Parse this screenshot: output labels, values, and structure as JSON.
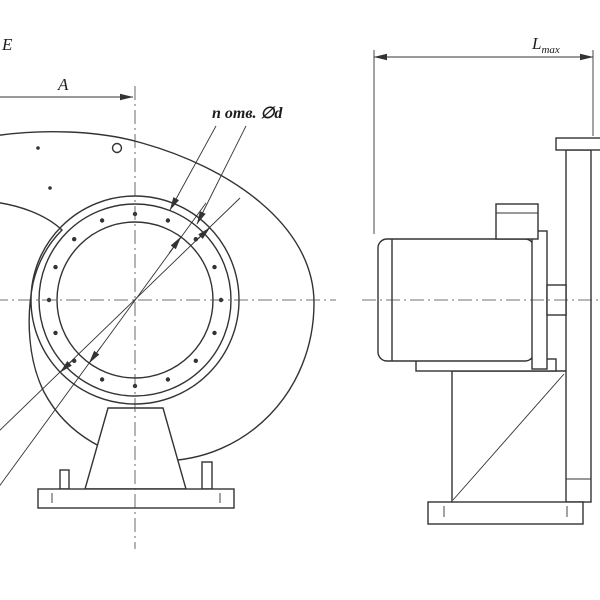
{
  "drawing": {
    "type": "technical-drawing",
    "subject": "centrifugal fan, two projection views (front view with inlet flange bolt circle, side view with motor)",
    "colors": {
      "line": "#333333",
      "background": "#ffffff"
    },
    "annotations": {
      "dim_E": "E",
      "dim_A": "A",
      "holes_note": "n отв. ∅d",
      "dim_Lmax_base": "L",
      "dim_Lmax_sub": "max"
    }
  }
}
